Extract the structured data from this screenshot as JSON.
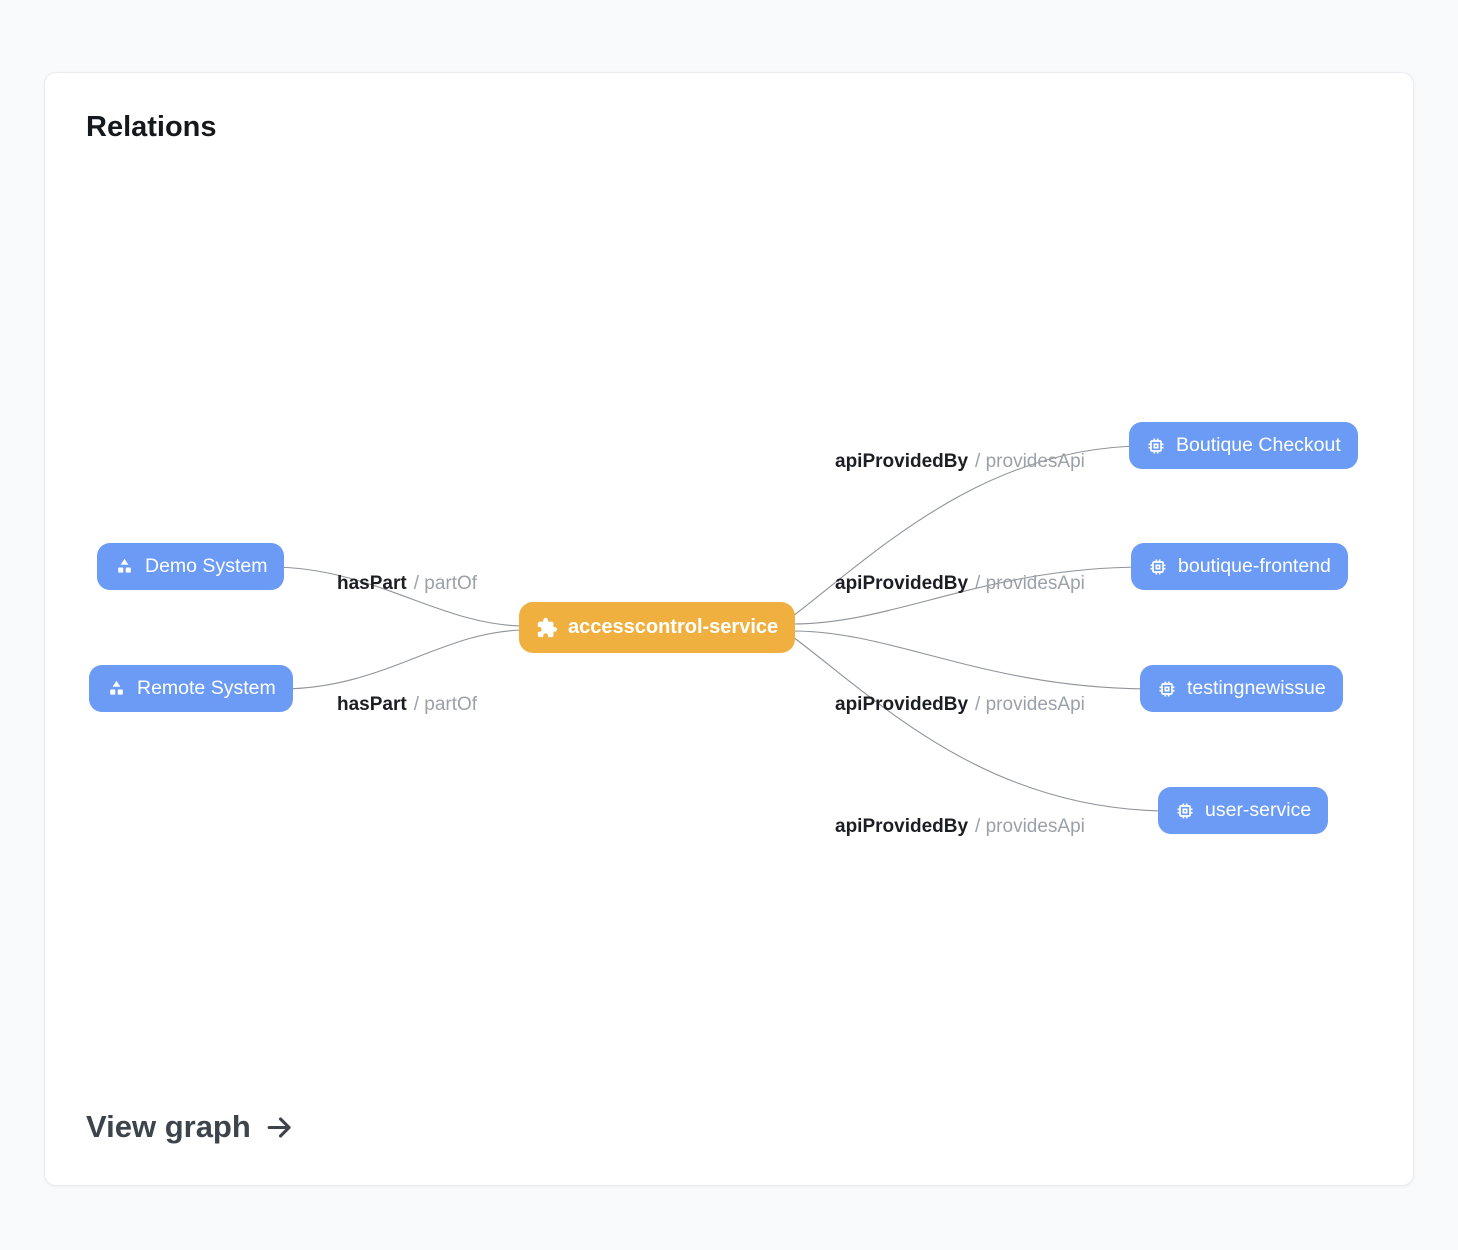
{
  "card": {
    "title": "Relations",
    "view_graph_label": "View graph"
  },
  "colors": {
    "node_blue": "#6b9bf4",
    "node_orange": "#f0b03f",
    "edge": "#8f9499"
  },
  "graph": {
    "center_node": {
      "label": "accesscontrol-service",
      "icon": "puzzle-icon"
    },
    "left_nodes": [
      {
        "label": "Demo System",
        "icon": "system-icon",
        "relation": "hasPart",
        "inverse": "/ partOf"
      },
      {
        "label": "Remote System",
        "icon": "system-icon",
        "relation": "hasPart",
        "inverse": "/ partOf"
      }
    ],
    "right_nodes": [
      {
        "label": "Boutique Checkout",
        "icon": "api-icon",
        "relation": "apiProvidedBy",
        "inverse": "/ providesApi"
      },
      {
        "label": "boutique-frontend",
        "icon": "api-icon",
        "relation": "apiProvidedBy",
        "inverse": "/ providesApi"
      },
      {
        "label": "testingnewissue",
        "icon": "api-icon",
        "relation": "apiProvidedBy",
        "inverse": "/ providesApi"
      },
      {
        "label": "user-service",
        "icon": "api-icon",
        "relation": "apiProvidedBy",
        "inverse": "/ providesApi"
      }
    ]
  }
}
